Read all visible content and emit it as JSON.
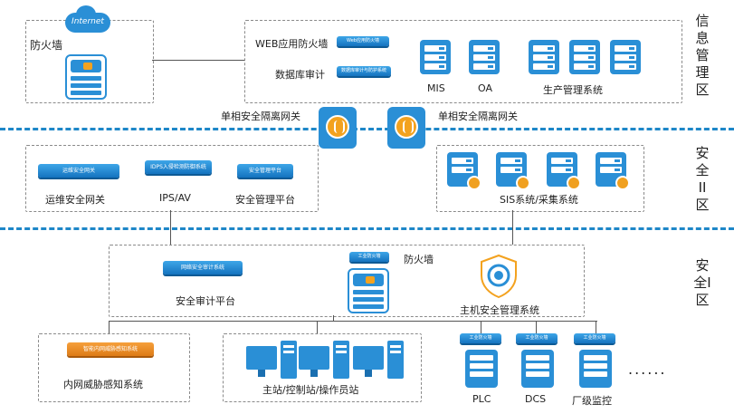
{
  "zones": {
    "info": "信息管理区",
    "safe2": "安全II区",
    "safe1": "安全I区"
  },
  "info_zone": {
    "internet": "Internet",
    "firewall": "防火墙",
    "waf": "WEB应用防火墙",
    "db_audit": "数据库审计",
    "mis": "MIS",
    "oa": "OA",
    "production": "生产管理系统"
  },
  "isolation": {
    "left": "单相安全隔离网关",
    "right": "单相安全隔离网关"
  },
  "safe2_zone": {
    "ops_gateway": "运维安全网关",
    "ips": "IPS/AV",
    "mgmt_platform": "安全管理平台",
    "sis": "SIS系统/采集系统",
    "dev_ops": "运维安全网关",
    "dev_ips": "IDPS入侵检测防御系统",
    "dev_mgmt": "安全管理平台"
  },
  "safe1_zone": {
    "audit_platform": "安全审计平台",
    "audit_device": "网络安全审计系统",
    "firewall": "防火墙",
    "host_mgmt": "主机安全管理系统",
    "threat": "内网威胁感知系统",
    "threat_device": "智能内网威胁感知系统",
    "stations": "主站/控制站/操作员站",
    "plc": "PLC",
    "dcs": "DCS",
    "plant": "厂级监控",
    "more": "......"
  },
  "device_labels": {
    "waf_device": "Web应用防火墙",
    "db_device": "数据库审计与防护系统",
    "fw_small": "工业防火墙"
  },
  "colors": {
    "accent": "#1e87c8",
    "device_blue": "#2a8fd6",
    "orange": "#f3a21f"
  }
}
